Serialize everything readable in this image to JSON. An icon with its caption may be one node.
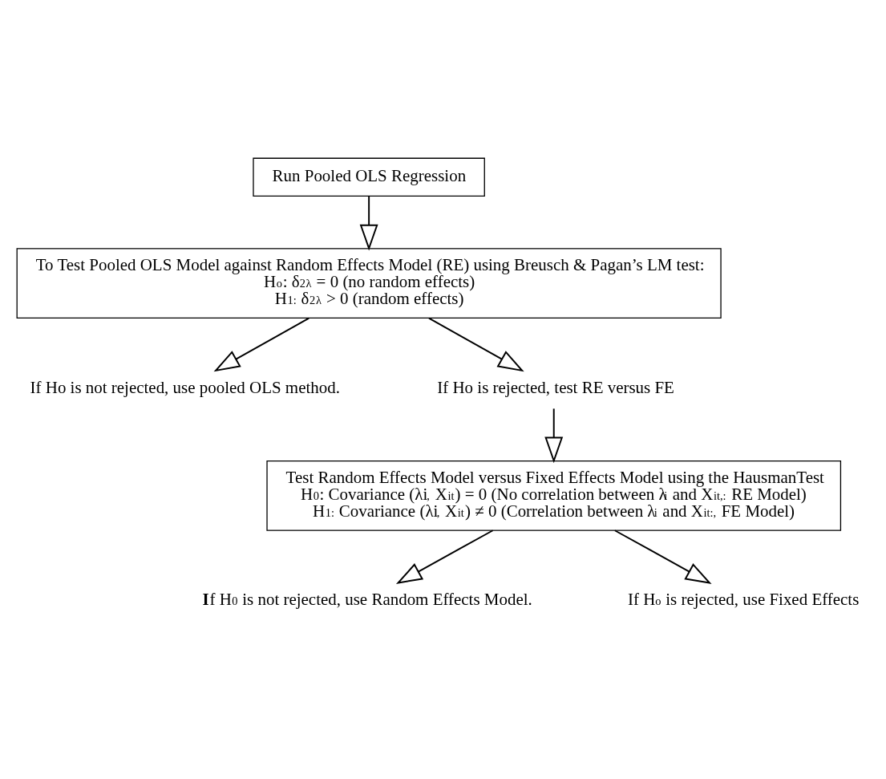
{
  "diagram": {
    "nodes": [
      {
        "text": [
          "Run Pooled OLS Regression"
        ]
      },
      {
        "text": [
          "To Test Pooled OLS Model against Random Effects Model (RE) using Breusch & Pagan’s LM test:",
          "H$_{o}$: δ$^{2}$$_{λ}$ = 0 (no random effects)",
          "H$_{1:}$ δ$^{2}$$_{λ}$ > 0 (random effects)"
        ]
      },
      {
        "text": [
          "If Ho is not rejected, use pooled OLS method."
        ]
      },
      {
        "text": [
          "If Ho is rejected, test RE versus FE"
        ]
      },
      {
        "text": [
          "Test Random Effects Model versus Fixed Effects Model using the HausmanTest",
          "H$_{0}$: Covariance (λi$_{,}$ X$_{it}$) = 0 (No correlation between λ$_{i}$ and X$_{it,:}$ RE Model)",
          "H$_{1:}$ Covariance (λi$_{,}$ X$_{it}$) ≠ 0 (Correlation between λ$_{i}$ and X$_{it:,}$ FE Model)"
        ]
      },
      {
        "text": [
          "**I**f H$_{0}$ is not rejected, use Random Effects Model."
        ]
      },
      {
        "text": [
          "If H$_{o}$ is rejected, use Fixed Effects"
        ]
      }
    ],
    "edges": [
      {
        "from": 0,
        "to": 1,
        "arrow": "to"
      },
      {
        "from": 1,
        "to": 2,
        "arrow": "to"
      },
      {
        "from": 1,
        "to": 3,
        "arrow": "to"
      },
      {
        "from": 3,
        "to": 4,
        "arrow": "to"
      },
      {
        "from": 4,
        "to": 5,
        "arrow": "to"
      },
      {
        "from": 4,
        "to": 6,
        "arrow": "to"
      }
    ]
  }
}
